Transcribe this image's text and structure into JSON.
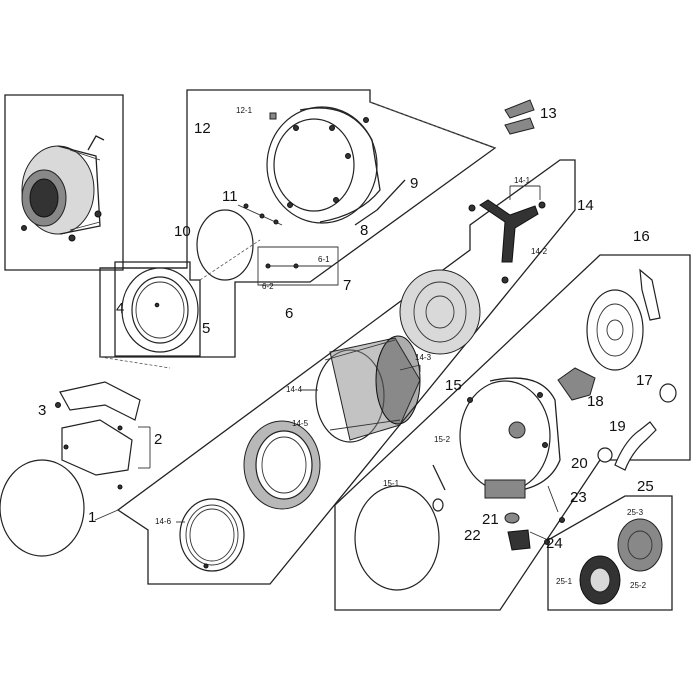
{
  "labels": {
    "p1": "1",
    "p2": "2",
    "p3": "3",
    "p4": "4",
    "p5": "5",
    "p6": "6",
    "p6_1": "6-1",
    "p6_2": "6-2",
    "p7": "7",
    "p8": "8",
    "p9": "9",
    "p10": "10",
    "p11": "11",
    "p12": "12",
    "p12_1": "12-1",
    "p13": "13",
    "p14": "14",
    "p14_1": "14-1",
    "p14_2": "14-2",
    "p14_3": "14-3",
    "p14_4": "14-4",
    "p14_5": "14-5",
    "p14_6": "14-6",
    "p15": "15",
    "p15_1": "15-1",
    "p15_2": "15-2",
    "p16": "16",
    "p17": "17",
    "p18": "18",
    "p19": "19",
    "p20": "20",
    "p21": "21",
    "p22": "22",
    "p23": "23",
    "p24": "24",
    "p25": "25",
    "p25_1": "25-1",
    "p25_2": "25-2",
    "p25_3": "25-3"
  }
}
